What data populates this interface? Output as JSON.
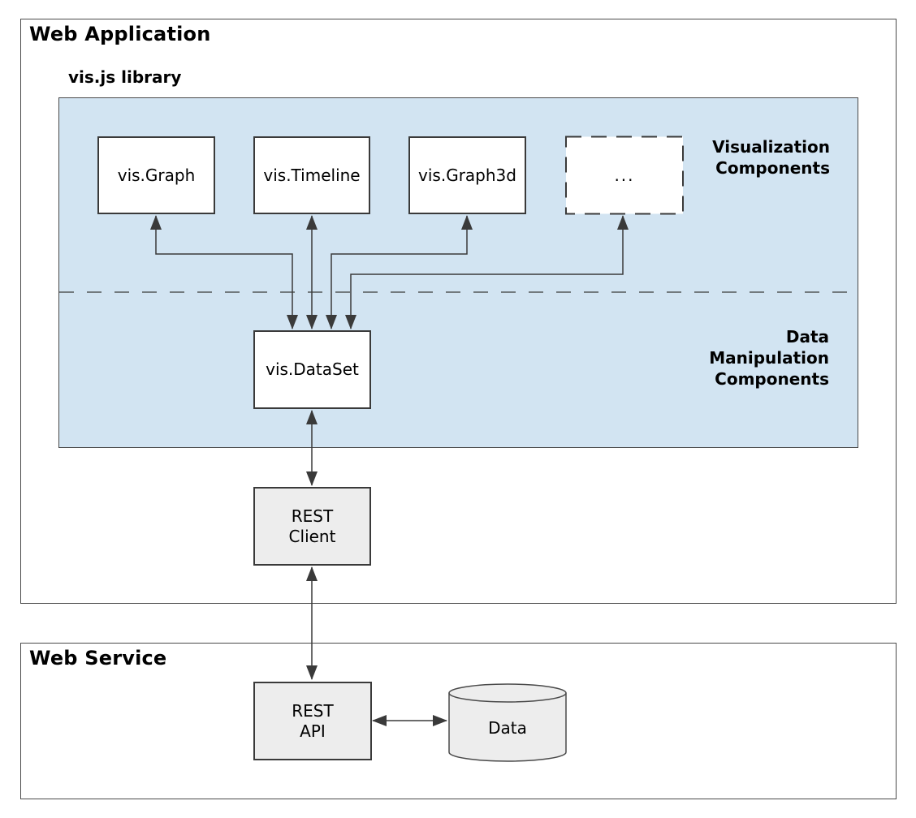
{
  "web_application": {
    "title": "Web Application"
  },
  "vis_library": {
    "title": "vis.js library"
  },
  "section_labels": {
    "visualization": "Visualization\nComponents",
    "data_manipulation": "Data\nManipulation\nComponents"
  },
  "components": {
    "graph": "vis.Graph",
    "timeline": "vis.Timeline",
    "graph3d": "vis.Graph3d",
    "more": "..."
  },
  "dataset": {
    "label": "vis.DataSet"
  },
  "rest_client": {
    "label": "REST\nClient"
  },
  "web_service": {
    "title": "Web Service"
  },
  "rest_api": {
    "label": "REST\nAPI"
  },
  "data_store": {
    "label": "Data"
  },
  "colors": {
    "library_panel_fill": "#d2e4f2",
    "node_fill_white": "#ffffff",
    "node_fill_gray": "#ededed",
    "stroke": "#3a3a3a",
    "text": "#000000"
  }
}
